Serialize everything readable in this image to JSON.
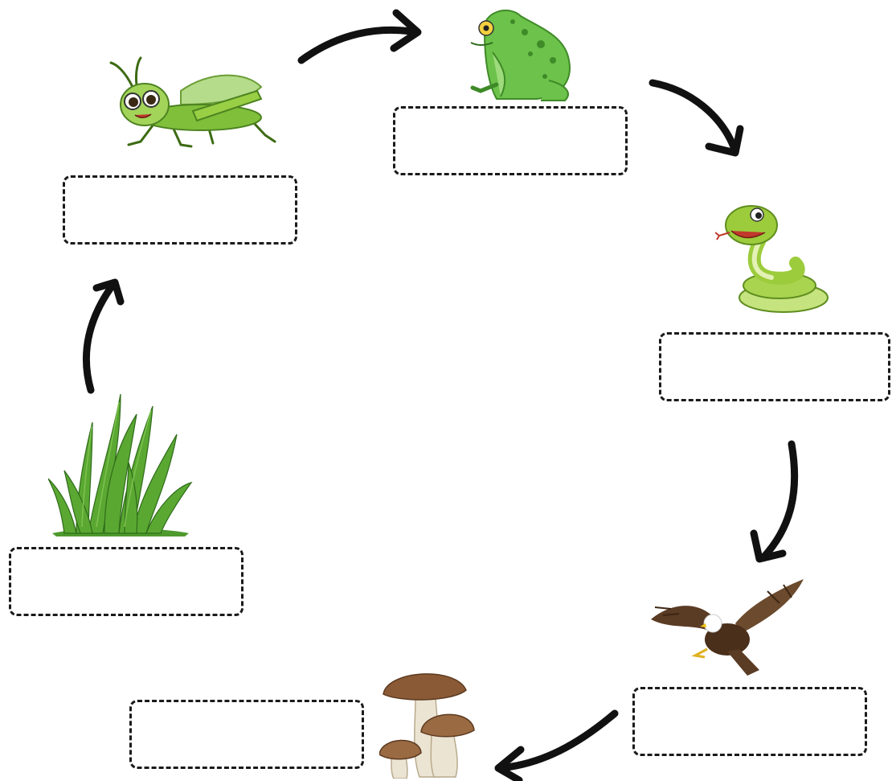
{
  "title": "",
  "organisms": [
    {
      "id": "grass",
      "icon": "grass-icon",
      "label": ""
    },
    {
      "id": "grasshopper",
      "icon": "grasshopper-icon",
      "label": ""
    },
    {
      "id": "frog",
      "icon": "frog-icon",
      "label": ""
    },
    {
      "id": "snake",
      "icon": "snake-icon",
      "label": ""
    },
    {
      "id": "eagle",
      "icon": "eagle-icon",
      "label": ""
    },
    {
      "id": "mushroom",
      "icon": "mushroom-icon",
      "label": ""
    }
  ],
  "arrows": [
    {
      "from": "grass",
      "to": "grasshopper"
    },
    {
      "from": "grasshopper",
      "to": "frog"
    },
    {
      "from": "frog",
      "to": "snake"
    },
    {
      "from": "snake",
      "to": "eagle"
    },
    {
      "from": "eagle",
      "to": "mushroom"
    }
  ],
  "colors": {
    "arrow": "#111111",
    "box_border": "#1a1a1a",
    "grass": "#4f9a2e",
    "grasshopper": "#8cc63f",
    "frog": "#6cc24a",
    "snake": "#9ccc3c",
    "eagle": "#5a3b24",
    "mushroom": "#8a5a36"
  }
}
